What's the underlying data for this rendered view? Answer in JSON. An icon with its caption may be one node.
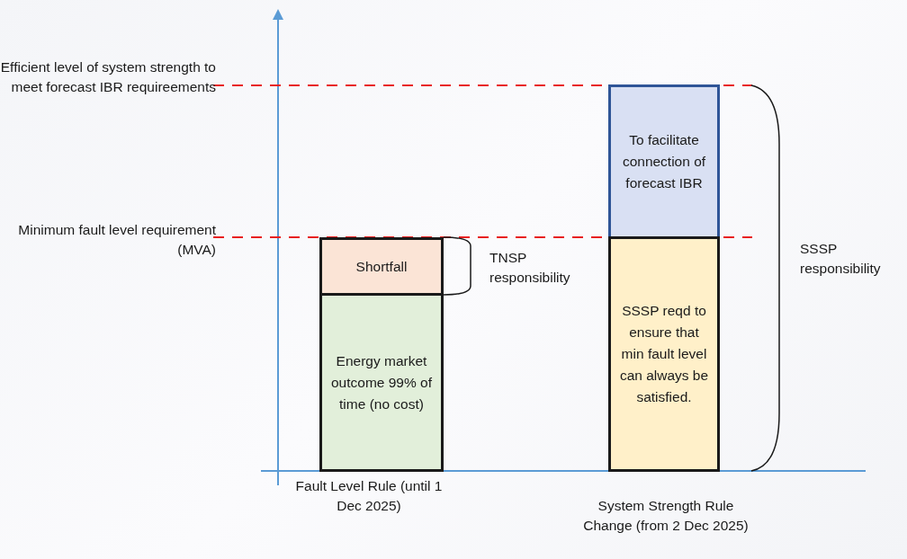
{
  "diagram": {
    "nodes": [
      {
        "text": [
          "Shortfall"
        ]
      },
      {
        "text": [
          "Energy market outcome 99% of time (no cost)"
        ]
      },
      {
        "text": [
          "To facilitate connection of forecast IBR"
        ]
      },
      {
        "text": [
          "SSSP reqd to ensure that min fault level can always be satisfied."
        ]
      }
    ],
    "labels": [
      "Efficient level of system strength to meet forecast IBR requireements",
      "Minimum fault level requirement (MVA)",
      "TNSP responsibility",
      "SSSP responsibility",
      "Fault Level Rule (until 1 Dec 2025)",
      "System Strength Rule Change (from 2 Dec 2025)"
    ]
  }
}
